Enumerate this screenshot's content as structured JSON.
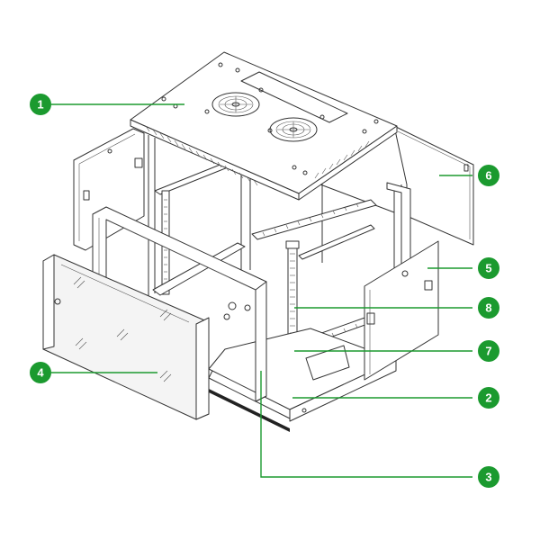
{
  "colors": {
    "accent": "#1b9a2f",
    "line": "#333333",
    "background": "#ffffff"
  },
  "callouts": [
    {
      "id": "1",
      "label": "1"
    },
    {
      "id": "2",
      "label": "2"
    },
    {
      "id": "3",
      "label": "3"
    },
    {
      "id": "4",
      "label": "4"
    },
    {
      "id": "5",
      "label": "5"
    },
    {
      "id": "6",
      "label": "6"
    },
    {
      "id": "7",
      "label": "7"
    },
    {
      "id": "8",
      "label": "8"
    }
  ]
}
